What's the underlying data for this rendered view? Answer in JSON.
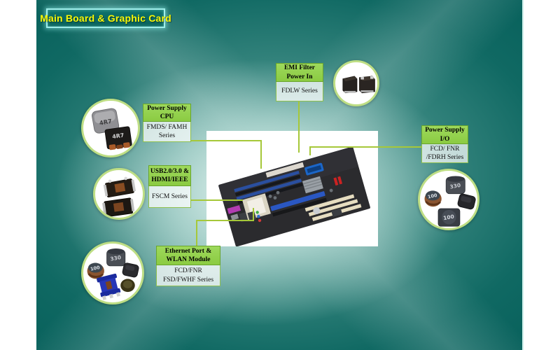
{
  "title": "Main Board & Graphic Card",
  "callouts": [
    {
      "id": "emi-filter-power-in",
      "header_line1": "EMI Filter",
      "header_line2": "Power In",
      "series_line1": "FDLW Series",
      "series_line2": ""
    },
    {
      "id": "power-supply-cpu",
      "header_line1": "Power Supply",
      "header_line2": "CPU",
      "series_line1": "FMDS/ FAMH",
      "series_line2": "Series"
    },
    {
      "id": "usb-hdmi-ieee",
      "header_line1": "USB2.0/3.0 &",
      "header_line2": "HDMI/IEEE",
      "series_line1": "FSCM Series",
      "series_line2": ""
    },
    {
      "id": "power-supply-io",
      "header_line1": "Power Supply",
      "header_line2": "I/O",
      "series_line1": "FCD/ FNR",
      "series_line2": "/FDRH Series"
    },
    {
      "id": "ethernet-wlan",
      "header_line1": "Ethernet Port &",
      "header_line2": "WLAN Module",
      "series_line1": "FCD/FNR",
      "series_line2": "FSD/FWHF Series"
    }
  ],
  "markings": {
    "cpu": [
      "4R7",
      "4R7"
    ],
    "io": [
      "330",
      "100",
      "100"
    ],
    "ethernet": [
      "330",
      "100"
    ]
  },
  "colors": {
    "header_green": "#92d050",
    "callout_line_green": "#a6c839",
    "title_yellow": "#f8f806",
    "title_border_cyan": "#9feeea",
    "panel_teal_dark": "#07605b",
    "panel_teal_light": "#d9ece8",
    "circle_border_green": "#bede84"
  }
}
